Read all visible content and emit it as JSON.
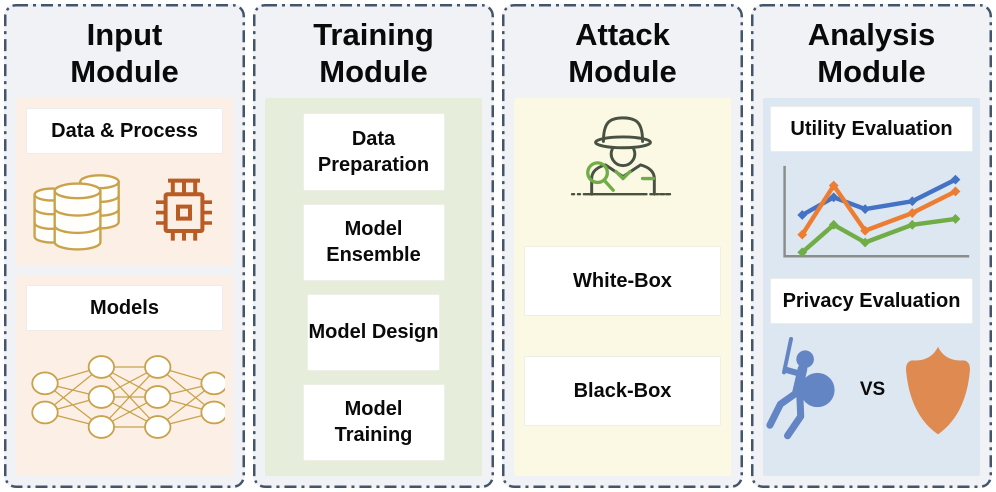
{
  "colors": {
    "border": "#44546a",
    "module-bg": "#f0f2f6",
    "peach": "#fcefe5",
    "green": "#e6eedb",
    "cream": "#fbf8e4",
    "blue": "#dde7f2",
    "gold": "#c9a24b",
    "rust": "#b85c24",
    "chart-blue": "#4472c4",
    "chart-orange": "#ed7d31",
    "chart-green": "#70ad47",
    "attacker-blue": "#6385c4",
    "shield-orange": "#df8a51",
    "detective": "#475243",
    "detective-accent": "#70ad47"
  },
  "modules": {
    "input": {
      "title": "Input Module",
      "sections": {
        "data_process": {
          "label": "Data & Process",
          "icons": [
            "database-icon",
            "cpu-icon"
          ]
        },
        "models": {
          "label": "Models",
          "icons": [
            "neural-network-icon"
          ]
        }
      }
    },
    "training": {
      "title": "Training Module",
      "steps": [
        "Data Preparation",
        "Model Ensemble",
        "Model Design",
        "Model Training"
      ]
    },
    "attack": {
      "title": "Attack Module",
      "icon": "detective-icon",
      "boxes": [
        "White-Box",
        "Black-Box"
      ]
    },
    "analysis": {
      "title": "Analysis Module",
      "sections": {
        "utility": {
          "label": "Utility Evaluation",
          "icon": "line-chart-icon"
        },
        "privacy": {
          "label": "Privacy Evaluation",
          "icon": "attacker-vs-shield-icon",
          "vs_label": "VS"
        }
      }
    }
  }
}
